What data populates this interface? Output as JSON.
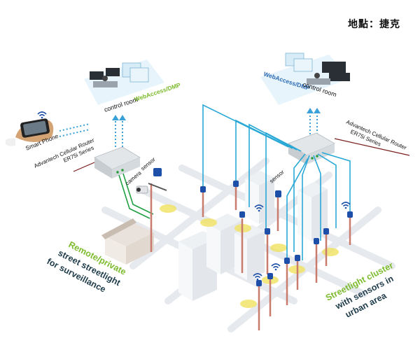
{
  "location": "地點：捷克",
  "left_site": {
    "control_room": "control room",
    "software": "WebAccess/DMP",
    "phone": "Smart Phone",
    "router_line1": "Advantech Cellular Router",
    "router_line2": "ER75i Series",
    "camera": "camera",
    "sensor": "sensor",
    "caption_line1": "Remote/private",
    "caption_line2": "street streetlight",
    "caption_line3": "for surveillance"
  },
  "right_site": {
    "control_room": "control room",
    "software": "WebAccess/DMP",
    "router_line1": "Advantech Cellular Router",
    "router_line2": "ER75i Series",
    "sensor": "sensor",
    "caption_line1": "Streetlight cluster",
    "caption_line2": "with sensors in",
    "caption_line3": "urban area"
  },
  "colors": {
    "accent_green": "#7dbb2e",
    "caption_dark": "#1f3c4a",
    "sensor_blue": "#1e4fa8",
    "cable_cyan": "#29a8d6",
    "cable_green": "#22a045",
    "router_line": "#7b1e1e",
    "light_glow": "#f1e36a"
  }
}
